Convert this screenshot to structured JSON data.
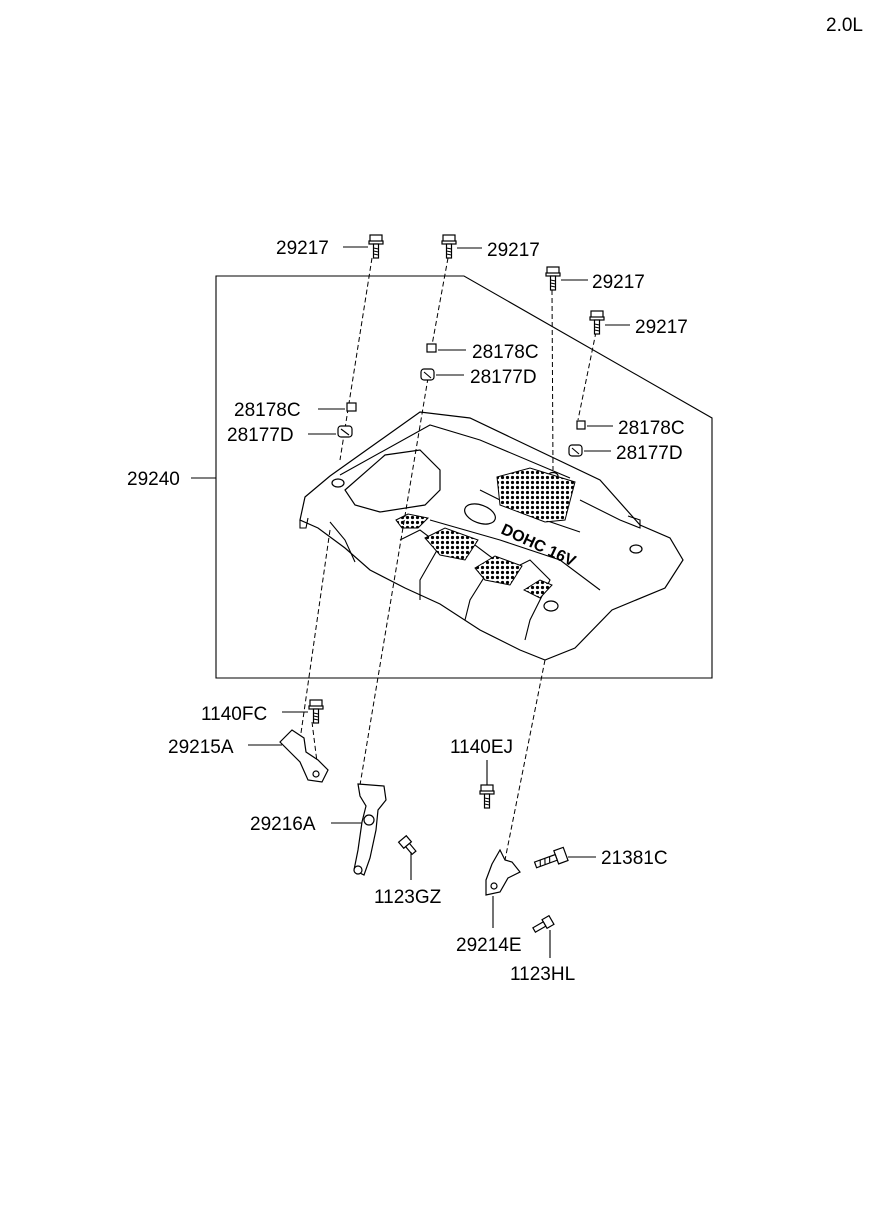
{
  "diagram": {
    "engine_variant": "2.0L",
    "cover_text": "DOHC 16V",
    "parts": {
      "bolt_1": "29217",
      "bolt_2": "29217",
      "bolt_3": "29217",
      "bolt_4": "29217",
      "washer_1": "28178C",
      "grommet_1": "28177D",
      "washer_2": "28178C",
      "grommet_2": "28177D",
      "washer_3": "28178C",
      "grommet_3": "28177D",
      "engine_cover": "29240",
      "bolt_fc": "1140FC",
      "bracket_a": "29215A",
      "bolt_ej": "1140EJ",
      "bracket_b": "29216A",
      "bolt_gz": "1123GZ",
      "bolt_c": "21381C",
      "bracket_e": "29214E",
      "bolt_hl": "1123HL"
    }
  }
}
